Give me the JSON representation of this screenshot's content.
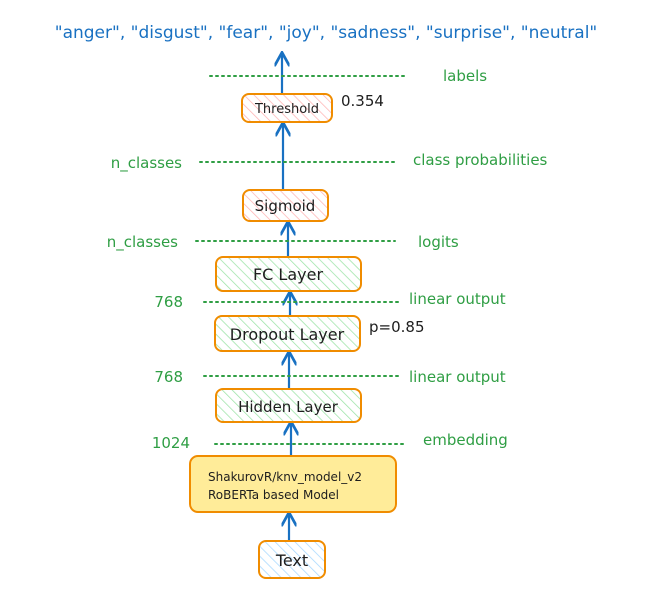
{
  "output_classes": "\"anger\", \"disgust\", \"fear\", \"joy\", \"sadness\", \"surprise\", \"neutral\"",
  "nodes": {
    "threshold": {
      "label": "Threshold",
      "param": "0.354"
    },
    "sigmoid": {
      "label": "Sigmoid"
    },
    "fc": {
      "label": "FC Layer"
    },
    "dropout": {
      "label": "Dropout Layer",
      "param": "p=0.85"
    },
    "hidden": {
      "label": "Hidden Layer"
    },
    "model": {
      "line1": "ShakurovR/knv_model_v2",
      "line2": "RoBERTa based Model"
    },
    "text": {
      "label": "Text"
    }
  },
  "levels": {
    "labels": {
      "left": "",
      "right": "labels"
    },
    "class_probabilities": {
      "left": "n_classes",
      "right": "class probabilities"
    },
    "logits": {
      "left": "n_classes",
      "right": "logits"
    },
    "fc_output": {
      "left": "768",
      "right": "linear output"
    },
    "hidden_output": {
      "left": "768",
      "right": "linear output"
    },
    "embedding": {
      "left": "1024",
      "right": "embedding"
    }
  },
  "colors": {
    "arrow": "#1971c2",
    "annotation_green": "#2f9e44",
    "orange_stroke": "#f08c00",
    "red_hatch": "#ffc9c9",
    "green_hatch": "#b2f2bb",
    "blue_hatch": "#a5d8ff",
    "model_fill": "#ffec99"
  }
}
